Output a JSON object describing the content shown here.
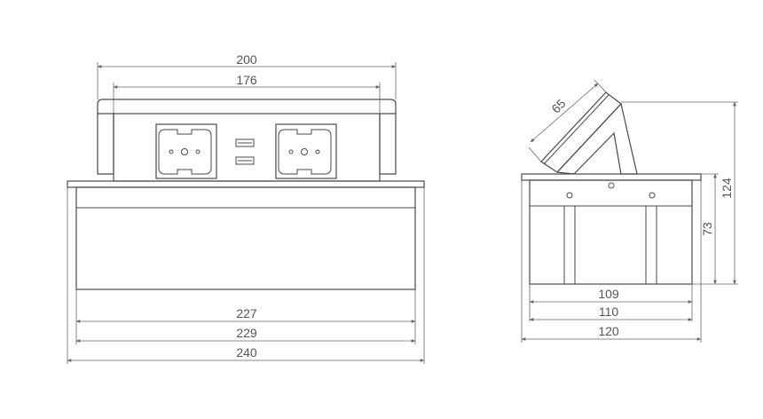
{
  "front_view": {
    "dims": {
      "top_outer": "200",
      "top_inner": "176",
      "body_227": "227",
      "body_229": "229",
      "body_240": "240"
    }
  },
  "side_view": {
    "dims": {
      "lid": "65",
      "height_total": "124",
      "height_body": "73",
      "w_109": "109",
      "w_110": "110",
      "w_120": "120"
    }
  },
  "colors": {
    "line": "#4a4a4a",
    "dim": "#666666",
    "text": "#555555"
  }
}
